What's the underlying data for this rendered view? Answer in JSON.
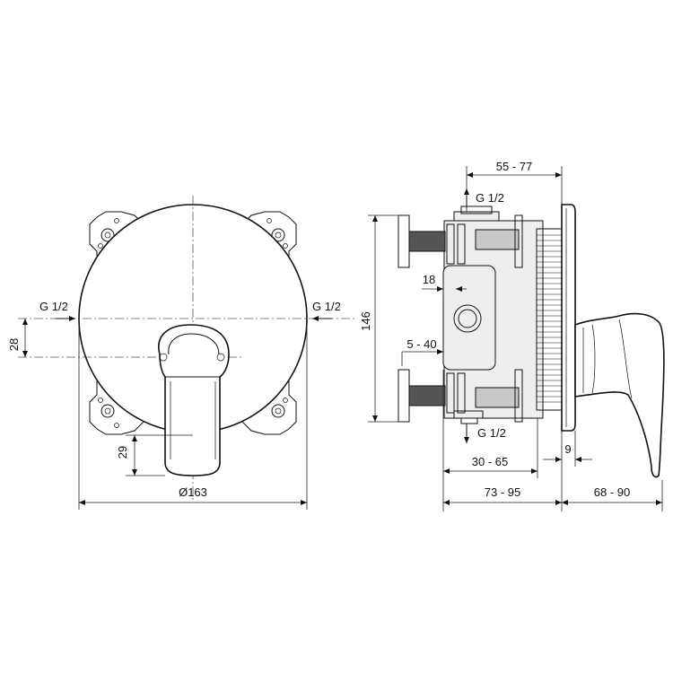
{
  "colors": {
    "line": "#111111",
    "centerline": "#555555",
    "fill_shade": "#c8c8c8",
    "fill_dark": "#555555"
  },
  "front_view": {
    "thread_left": "G 1/2",
    "thread_right": "G 1/2",
    "dim_offset": "28",
    "dim_lever": "29",
    "dim_diameter": "Ø163"
  },
  "side_view": {
    "dim_depth_top": "55 - 77",
    "thread_top": "G 1/2",
    "dim_height": "146",
    "dim_inlet": "18",
    "dim_wall": "5 - 40",
    "thread_bottom": "G 1/2",
    "dim_plate": "9",
    "dim_body": "30 - 65",
    "dim_mount": "73 - 95",
    "dim_projection": "68 - 90"
  }
}
